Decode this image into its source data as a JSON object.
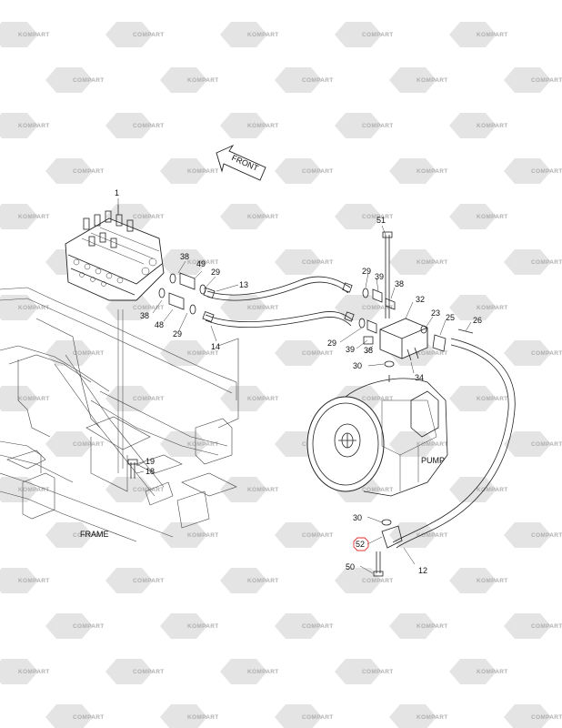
{
  "watermark": {
    "brand": "KOMPART",
    "brand2": "COMPART"
  },
  "labels": {
    "front": "FRONT",
    "frame": "FRAME",
    "pump": "PUMP"
  },
  "callouts": {
    "c1": "1",
    "c38a": "38",
    "c49": "49",
    "c29a": "29",
    "c13": "13",
    "c38b": "38",
    "c48": "48",
    "c29b": "29",
    "c14": "14",
    "c51": "51",
    "c29c": "29",
    "c39a": "39",
    "c38c": "38",
    "c32": "32",
    "c23": "23",
    "c25": "25",
    "c26": "26",
    "c29d": "29",
    "c39b": "39",
    "c38d": "38",
    "c30a": "30",
    "c34": "34",
    "c19": "19",
    "c18": "18",
    "c30b": "30",
    "c52": "52",
    "c50": "50",
    "c12": "12"
  },
  "colors": {
    "highlight": "#e03030",
    "line": "#222222",
    "watermark": "#e4e4e4"
  }
}
